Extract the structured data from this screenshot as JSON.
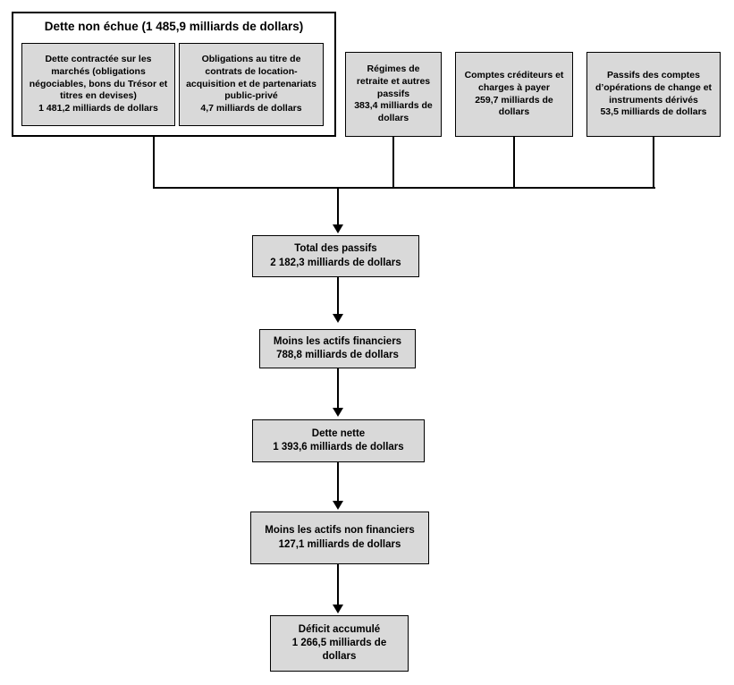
{
  "diagram": {
    "title_group": {
      "label": "Dette non échue (1 485,9 milliards de dollars)"
    },
    "nodes": {
      "market_debt": "Dette contractée sur les marchés (obligations négociables, bons du Trésor et titres en devises)\n1 481,2 milliards de dollars",
      "lease_ppp": "Obligations au titre de contrats de location-acquisition et de partenariats public-privé\n4,7 milliards de dollars",
      "pensions": "Régimes de retraite et autres passifs\n383,4 milliards de dollars",
      "accounts_payable": "Comptes créditeurs et charges à payer\n259,7 milliards de dollars",
      "fx_derivatives": "Passifs des comptes d’opérations de change et instruments dérivés\n53,5 milliards de dollars",
      "total_liabilities": "Total des passifs\n2 182,3 milliards de dollars",
      "less_financial_assets": "Moins les actifs financiers\n788,8 milliards de dollars",
      "net_debt": "Dette nette\n1 393,6 milliards de dollars",
      "less_nonfinancial_assets": "Moins les actifs non financiers\n127,1 milliards de dollars",
      "accumulated_deficit": "Déficit accumulé\n1 266,5 milliards de dollars"
    },
    "values": {
      "undisbursed_debt_total": "1 485,9",
      "market_debt": "1 481,2",
      "lease_ppp": "4,7",
      "pensions": "383,4",
      "accounts_payable": "259,7",
      "fx_derivatives": "53,5",
      "total_liabilities": "2 182,3",
      "less_financial_assets": "788,8",
      "net_debt": "1 393,6",
      "less_nonfinancial_assets": "127,1",
      "accumulated_deficit": "1 266,5",
      "unit": "milliards de dollars"
    },
    "colors": {
      "node_fill": "#d9d9d9",
      "node_border": "#000000",
      "connector": "#000000",
      "background": "#ffffff"
    }
  }
}
